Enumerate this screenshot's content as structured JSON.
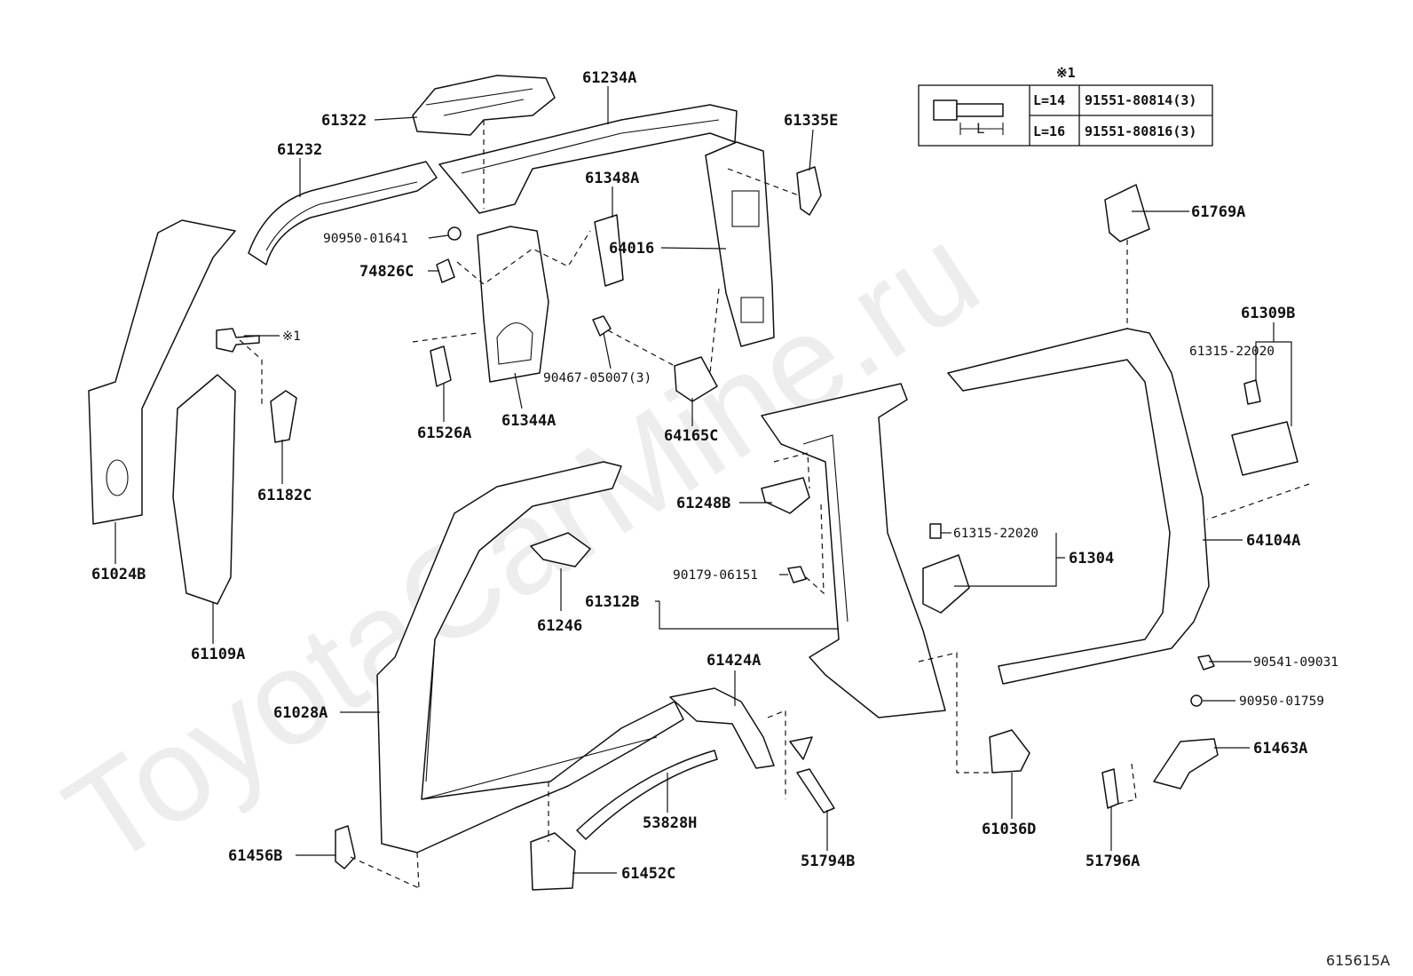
{
  "watermark": "ToyotaCarMine.ru",
  "figure_id": "615615A",
  "fastener_table": {
    "mark": "※1",
    "rows": [
      {
        "length": "L=14",
        "part_no": "91551-80814(3)"
      },
      {
        "length": "L=16",
        "part_no": "91551-80816(3)"
      }
    ],
    "dimension_label": "L"
  },
  "labels": {
    "p61234A": "61234A",
    "p61322": "61322",
    "p61232": "61232",
    "p61335E": "61335E",
    "p61348A": "61348A",
    "p90950_01641": "90950-01641",
    "p64016": "64016",
    "p74826C": "74826C",
    "p61769A": "61769A",
    "mark1": "※1",
    "p61309B": "61309B",
    "p61315_22020_top": "61315-22020",
    "p90467_05007": "90467-05007(3)",
    "p61526A": "61526A",
    "p61344A": "61344A",
    "p64165C": "64165C",
    "p61182C": "61182C",
    "p61248B": "61248B",
    "p61024B": "61024B",
    "p61315_22020_mid": "61315-22020",
    "p61304": "61304",
    "p64104A": "64104A",
    "p90179_06151": "90179-06151",
    "p61246": "61246",
    "p61312B": "61312B",
    "p61109A": "61109A",
    "p61424A": "61424A",
    "p90541_09031": "90541-09031",
    "p90950_01759": "90950-01759",
    "p61028A": "61028A",
    "p61463A": "61463A",
    "p53828H": "53828H",
    "p61036D": "61036D",
    "p61456B": "61456B",
    "p51794B": "51794B",
    "p51796A": "51796A",
    "p61452C": "61452C"
  }
}
